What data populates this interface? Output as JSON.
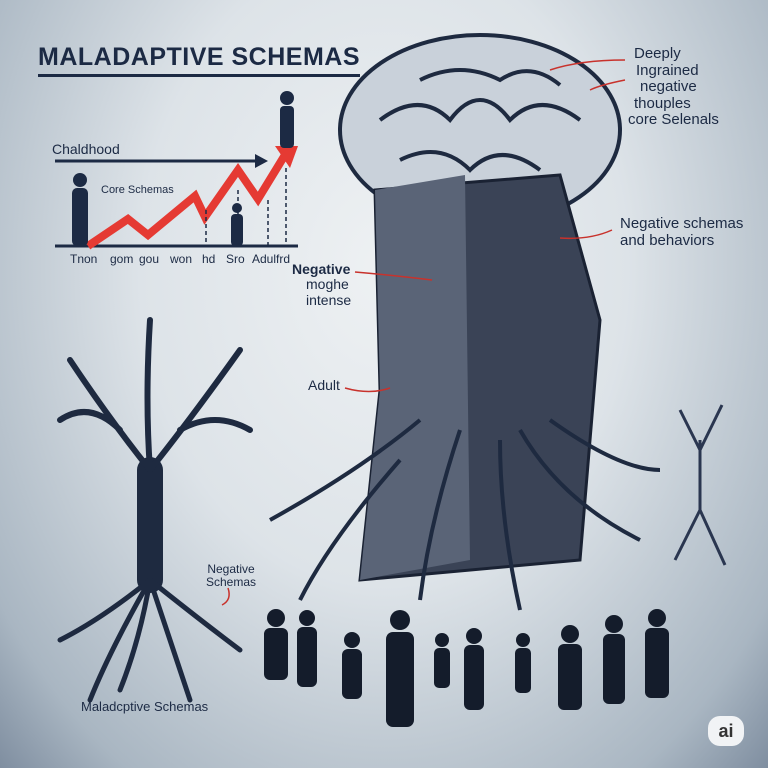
{
  "title": "MALADAPTIVE SCHEMAS",
  "timeline": {
    "arrow_label": "Chaldhood",
    "core_label": "Core Schemas",
    "axis_labels": [
      "Tnon",
      "gom",
      "gou",
      "won",
      "hd",
      "Sro",
      "Adulfrd"
    ]
  },
  "callouts": {
    "deeply": "Deeply",
    "ingrained": "Ingrained",
    "negative": "negative",
    "thouples": "thouples",
    "core": "core Selenals",
    "neg_schemas_1": "Negative schemas",
    "neg_schemas_2": "and behaviors",
    "neg_moghe_1": "Negative",
    "neg_moghe_2": "moghe",
    "neg_moghe_3": "intense",
    "adult": "Adult",
    "tree_neg_1": "Negative",
    "tree_neg_2": "Schemas",
    "bottom": "Maladcptive Schemas"
  },
  "badge": "ai",
  "colors": {
    "ink": "#1c2a44",
    "accent": "#e53a33"
  }
}
